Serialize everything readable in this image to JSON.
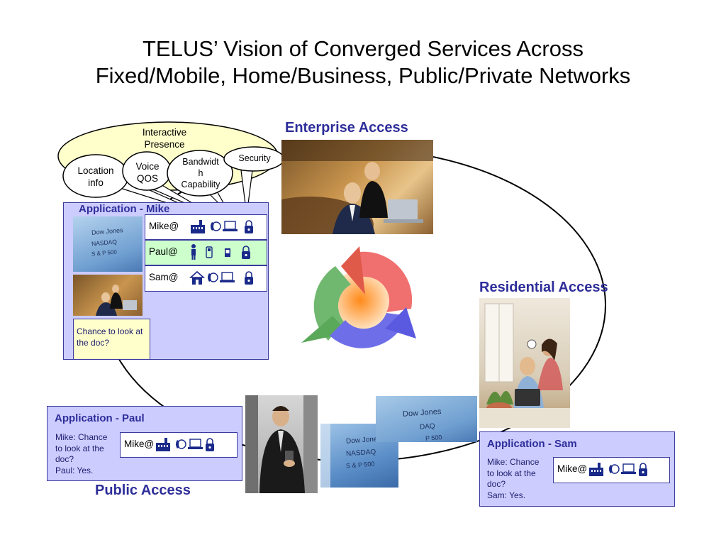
{
  "title": {
    "line1": "TELUS’ Vision of Converged Services Across",
    "line2": "Fixed/Mobile, Home/Business, Public/Private Networks"
  },
  "sections": {
    "enterprise": "Enterprise Access",
    "residential": "Residential Access",
    "public": "Public Access"
  },
  "bubbles": {
    "presence_1": "Interactive",
    "presence_2": "Presence",
    "location_1": "Location",
    "location_2": "info",
    "voice_1": "Voice",
    "voice_2": "QOS",
    "bandwidth_1": "Bandwidt",
    "bandwidth_2": "h",
    "bandwidth_3": "Capability",
    "security": "Security"
  },
  "app_mike": {
    "title": "Application - Mike",
    "rows": [
      {
        "name": "Mike@"
      },
      {
        "name": "Paul@"
      },
      {
        "name": "Sam@"
      }
    ],
    "note_1": "Chance to look at",
    "note_2": "the doc?",
    "photo_text_1": "Dow Jones",
    "photo_text_2": "NASDAQ",
    "photo_text_3": "S & P 500"
  },
  "app_paul": {
    "title": "Application - Paul",
    "msg_1": "Mike: Chance",
    "msg_2": "to look at the",
    "msg_3": "doc?",
    "msg_4": "Paul: Yes.",
    "row_name": "Mike@"
  },
  "app_sam": {
    "title": "Application - Sam",
    "msg_1": "Mike: Chance",
    "msg_2": "to look at the",
    "msg_3": "doc?",
    "msg_4": "Sam: Yes.",
    "row_name": "Mike@"
  },
  "screen_photos": {
    "a_1": "Dow Jones",
    "a_2": "NASDAQ",
    "a_3": "S & P 500",
    "b_1": "Dow Jones",
    "b_2": "DAQ",
    "b_3": "P 500"
  },
  "colors": {
    "label_blue": "#2e2e9a",
    "panel_fill": "#ccccff",
    "paul_row_fill": "#ccffcc",
    "note_fill": "#ffffcc",
    "cycle_red": "#f07070",
    "cycle_green": "#70b870",
    "cycle_blue": "#6e6ee8",
    "center_orange": "#ff9a33"
  }
}
